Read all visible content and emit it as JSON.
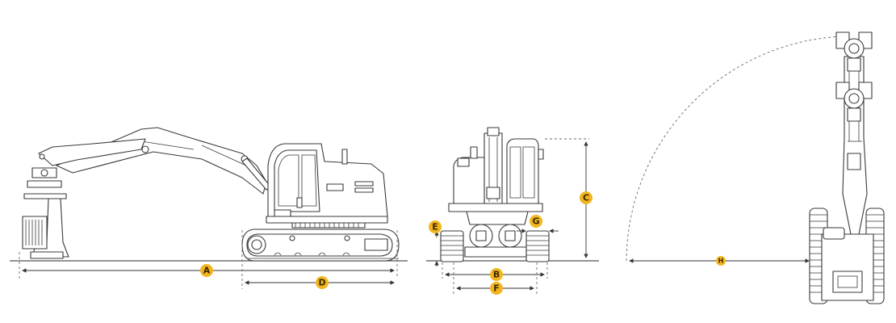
{
  "colors": {
    "marker": "#f2b51f",
    "line": "#3a3a3a"
  },
  "markers": [
    {
      "id": "A",
      "label": "A"
    },
    {
      "id": "B",
      "label": "B"
    },
    {
      "id": "C",
      "label": "C"
    },
    {
      "id": "D",
      "label": "D"
    },
    {
      "id": "E",
      "label": "E"
    },
    {
      "id": "F",
      "label": "F"
    },
    {
      "id": "G",
      "label": "G"
    },
    {
      "id": "H",
      "label": "H"
    }
  ]
}
